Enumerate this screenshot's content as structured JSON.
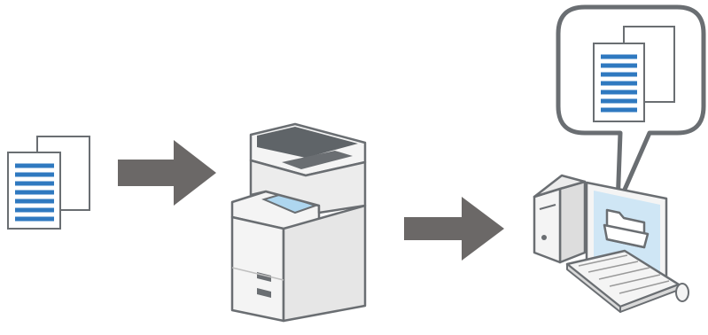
{
  "diagram": {
    "nodes": [
      {
        "id": "documents",
        "icon": "document-stack-icon"
      },
      {
        "id": "multifunction-printer",
        "icon": "printer-icon"
      },
      {
        "id": "computer",
        "icon": "computer-icon"
      },
      {
        "id": "scanned-file",
        "icon": "document-stack-icon"
      },
      {
        "id": "folder",
        "icon": "folder-icon"
      }
    ],
    "edges": [
      {
        "from": "documents",
        "to": "multifunction-printer",
        "icon": "right-arrow-icon"
      },
      {
        "from": "multifunction-printer",
        "to": "computer",
        "icon": "right-arrow-icon"
      }
    ],
    "callout": {
      "attached_to": "computer",
      "contains": "scanned-file"
    }
  },
  "colors": {
    "arrow": "#6b6867",
    "outline": "#6a6e72",
    "text_line": "#2f79c0",
    "screen": "#cfe6f5",
    "printer_top": "#5f6468",
    "printer_panel": "#aed6ef",
    "body": "#f4f4f4"
  }
}
